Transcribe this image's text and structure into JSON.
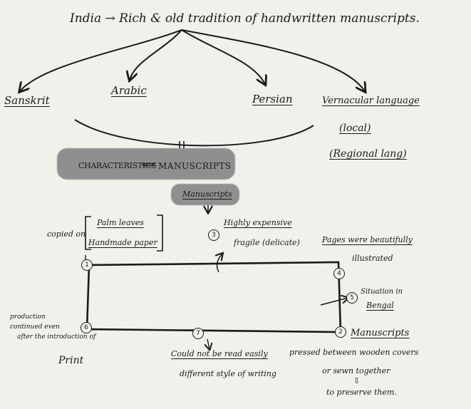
{
  "title": "India → Rich & old tradition of handwritten manuscripts.",
  "languages": {
    "sanskrit": "Sanskrit",
    "arabic": "Arabic",
    "persian": "Persian",
    "vernacular": "Vernacular language",
    "local": "(local)",
    "regional": "(Regional lang)"
  },
  "banner": {
    "characteristics": "CHARACTERISTICS",
    "arrow": "⟸",
    "manuscripts": "MANUSCRIPTS"
  },
  "hub": {
    "label": "Manuscripts"
  },
  "corners": {
    "top_left_num": "1",
    "top_mid_num": "3",
    "top_right_num": "4",
    "right_mid_num": "5",
    "bottom_left_num": "6",
    "bottom_mid_num": "7",
    "bottom_right_num": "2"
  },
  "copied": {
    "prefix": "copied on",
    "item1": "Palm leaves",
    "item2": "Handmade paper"
  },
  "expensive": {
    "line1": "Highly expensive",
    "line2": "fragile (delicate)"
  },
  "pages": {
    "line1": "Pages were beautifully",
    "line2": "illustrated"
  },
  "bengal": {
    "line1": "Situation in",
    "line2": "Bengal"
  },
  "bottom_right_label": "Manuscripts",
  "production": {
    "line1": "production",
    "line2": "continued even",
    "line3": "after the introduction of",
    "line4": "Print"
  },
  "could_not": {
    "line1": "Could not be read easily",
    "line2": "different style of writing"
  },
  "pressed": {
    "line1": "pressed between wooden covers",
    "line2": "or sewn together",
    "arrow": "⇩",
    "line3": "to preserve them."
  }
}
